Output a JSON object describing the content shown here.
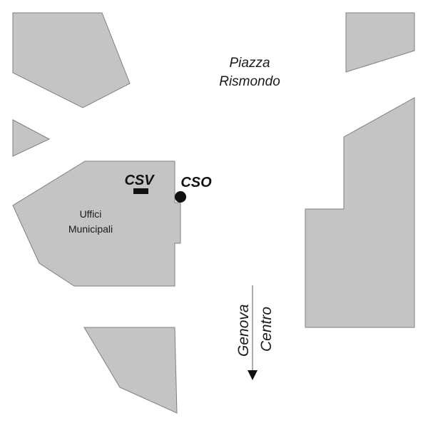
{
  "map": {
    "colors": {
      "building_fill": "#c4c4c4",
      "building_stroke": "#7f7f7f",
      "marker": "#111111",
      "background": "#ffffff"
    },
    "places": {
      "piazza_line1": "Piazza",
      "piazza_line2": "Rismondo"
    },
    "buildings": {
      "municipal_line1": "Uffici",
      "municipal_line2": "Municipali"
    },
    "markers": {
      "csv": {
        "label": "CSV",
        "shape": "rectangle"
      },
      "cso": {
        "label": "CSO",
        "shape": "circle"
      }
    },
    "direction": {
      "line1": "Genova",
      "line2": "Centro",
      "icon": "arrow-down-icon"
    }
  }
}
